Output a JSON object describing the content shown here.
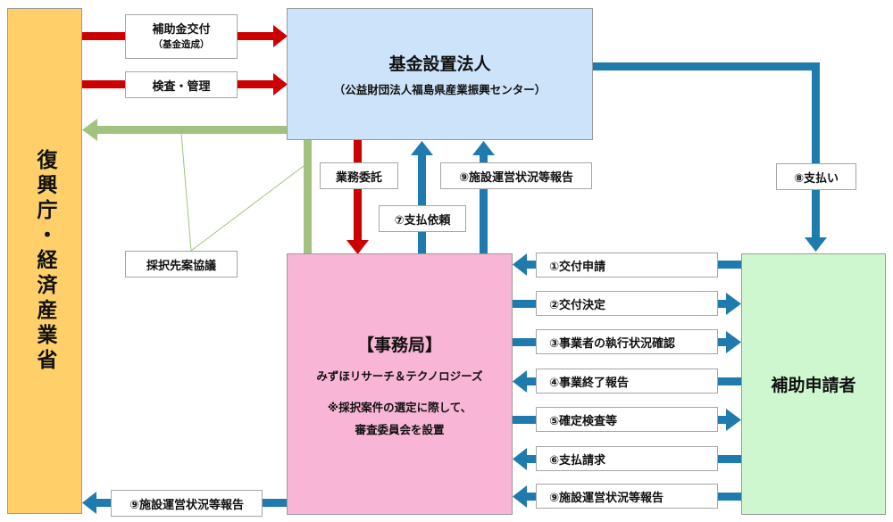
{
  "nodes": {
    "ministry": {
      "label": "復興庁・経済産業省"
    },
    "fund": {
      "title": "基金設置法人",
      "subtitle": "（公益財団法人福島県産業振興センター）"
    },
    "secretariat": {
      "title": "【事務局】",
      "company": "みずほリサーチ＆テクノロジーズ",
      "note_line1": "※採択案件の選定に際して、",
      "note_line2": "審査委員会を設置"
    },
    "applicant": {
      "label": "補助申請者"
    }
  },
  "labels": {
    "subsidy_line1": "補助金交付",
    "subsidy_line2": "（基金造成）",
    "inspection": "検査・管理",
    "consult": "採択先案協議",
    "outsource": "業務委託",
    "payment_request_fund": "⑦支払依頼",
    "report_to_fund": "⑨施設運営状況等報告",
    "payment_to_applicant": "⑧支払い",
    "report_to_ministry": "⑨施設運営状況等報告",
    "steps": [
      "①交付申請",
      "②交付決定",
      "③事業者の執行状況確認",
      "④事業終了報告",
      "⑤確定検査等",
      "⑥支払請求",
      "⑨施設運営状況等報告"
    ]
  },
  "colors": {
    "ministry_fill": "#FFD06A",
    "fund_fill": "#CCE3FA",
    "secretariat_fill": "#F9B5D6",
    "applicant_fill": "#CFF7CF",
    "arrow_red": "#CC0000",
    "arrow_blue": "#1F7AAD",
    "arrow_green": "#A3C27F"
  }
}
